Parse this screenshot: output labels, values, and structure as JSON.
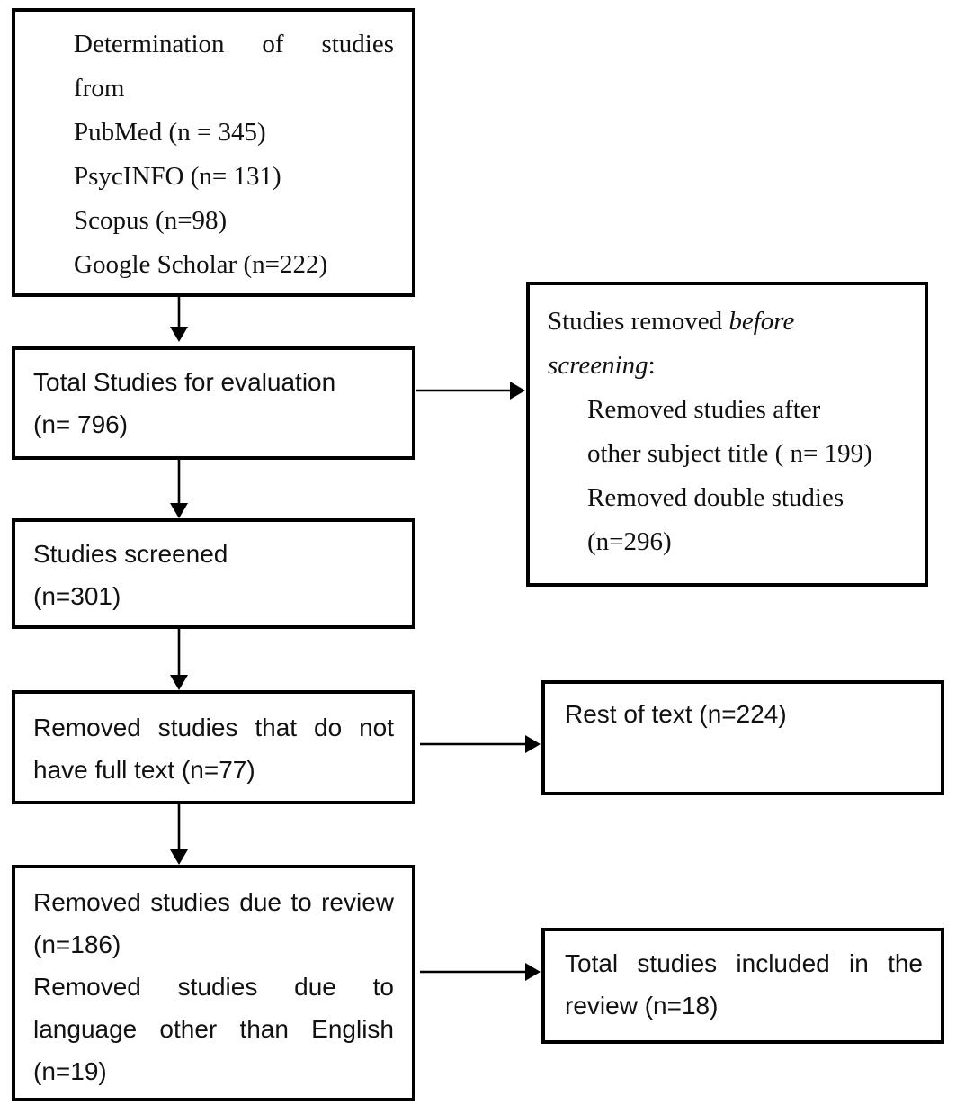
{
  "boxes": {
    "identification": {
      "line1": "Determination of studies",
      "line2": "from",
      "line3": "PubMed (n = 345)",
      "line4": "PsycINFO (n= 131)",
      "line5": "Scopus (n=98)",
      "line6": "Google Scholar (n=222)"
    },
    "evaluation": {
      "line1": "Total Studies for evaluation",
      "line2": "(n= 796)"
    },
    "screened": {
      "line1": "Studies screened",
      "line2": "(n=301)"
    },
    "no_full_text": {
      "line1": "Removed studies that do not",
      "line2": "have full text (n=77)"
    },
    "final_exclusions": {
      "line1": "Removed studies due to review",
      "line2": "(n=186)",
      "line3": "Removed studies due to",
      "line4": "language other than English",
      "line5": "(n=19)"
    },
    "removed_before_screening": {
      "line1_roman": "Studies removed ",
      "line1_italic": "before",
      "line2_italic": "screening",
      "line2_roman": ":",
      "line3": "Removed studies after",
      "line4": "other subject title ( n= 199)",
      "line5": "Removed double studies",
      "line6": "(n=296)"
    },
    "rest_of_text": {
      "line1": "Rest of text (n=224)"
    },
    "included": {
      "line1": "Total studies included in the",
      "line2": "review (n=18)"
    }
  },
  "colors": {
    "border": "#000000",
    "background": "#ffffff",
    "text": "#111111"
  }
}
